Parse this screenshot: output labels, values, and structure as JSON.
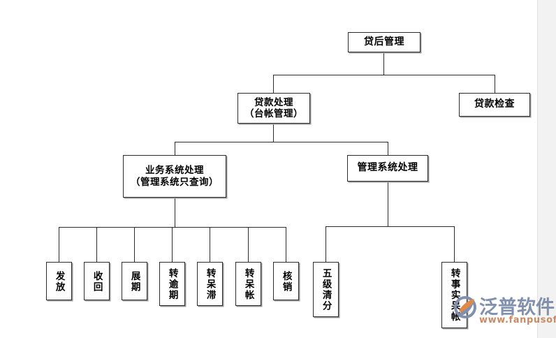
{
  "diagram": {
    "title": "贷后管理",
    "type": "org-tree",
    "nodes": {
      "root": {
        "label": "贷后管理"
      },
      "level2_left": {
        "label": "贷款处理\n（台帐管理）"
      },
      "level2_right": {
        "label": "贷款检查"
      },
      "level3_left": {
        "label": "业务系统处理\n（管理系统只查询）"
      },
      "level3_right": {
        "label": "管理系统处理"
      }
    },
    "leaves_business": [
      {
        "label": "发放"
      },
      {
        "label": "收回"
      },
      {
        "label": "展期"
      },
      {
        "label": "转逾期"
      },
      {
        "label": "转呆滞"
      },
      {
        "label": "转呆帐"
      },
      {
        "label": "核销"
      }
    ],
    "leaves_management": [
      {
        "label": "五级清分"
      },
      {
        "label": "转事实呆帐"
      }
    ]
  },
  "watermark": {
    "brand": "泛普软件",
    "url": "www.fanpusoft.com",
    "brand_color": "#8190ad",
    "url_color": "#c98b63",
    "mark_blue": "#8190ad",
    "mark_orange": "#e08a4a"
  },
  "colors": {
    "background": "#ffffff",
    "line": "#2b2b2b",
    "box_border": "#2b2b2b",
    "box_shadow": "#9a9a9a",
    "right_strip": "#f2f2f2"
  }
}
